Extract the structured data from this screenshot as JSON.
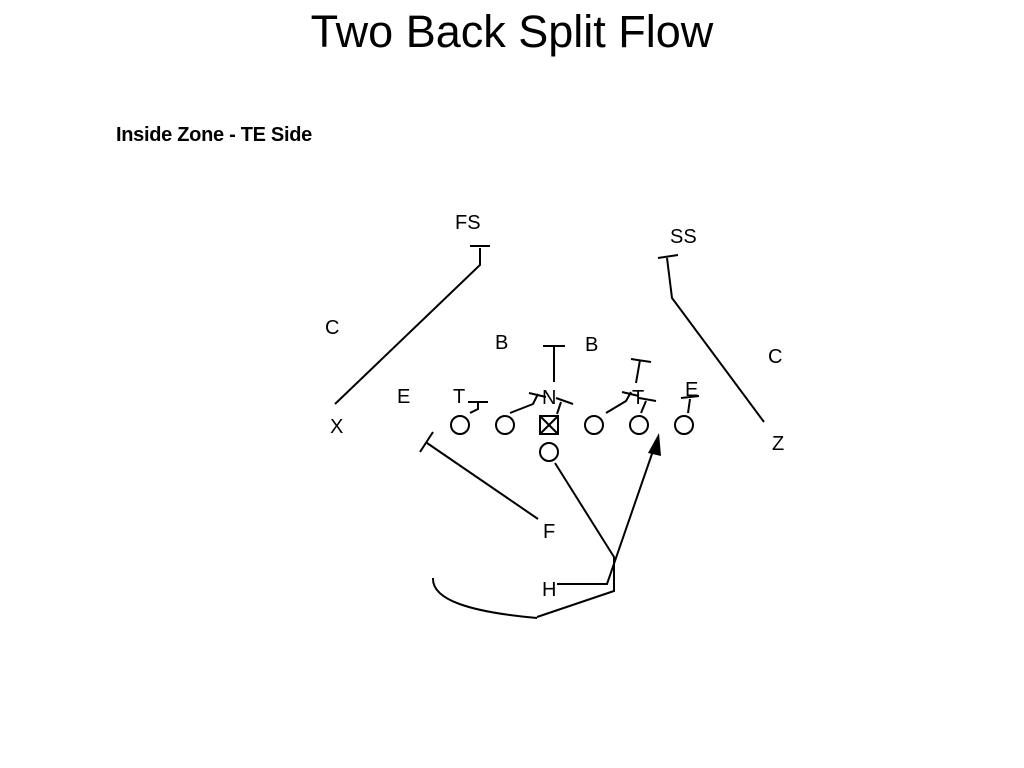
{
  "title": "Two Back Split Flow",
  "subtitle": "Inside Zone  - TE Side",
  "defense": {
    "free_safety": "FS",
    "strong_safety": "SS",
    "left_corner": "C",
    "right_corner": "C",
    "left_backer": "B",
    "right_backer": "B",
    "left_end": "E",
    "left_tackle": "T",
    "nose": "N",
    "right_tackle": "T",
    "right_end": "E"
  },
  "offense": {
    "split_end": "X",
    "flanker": "Z",
    "fullback": "F",
    "halfback": "H"
  }
}
